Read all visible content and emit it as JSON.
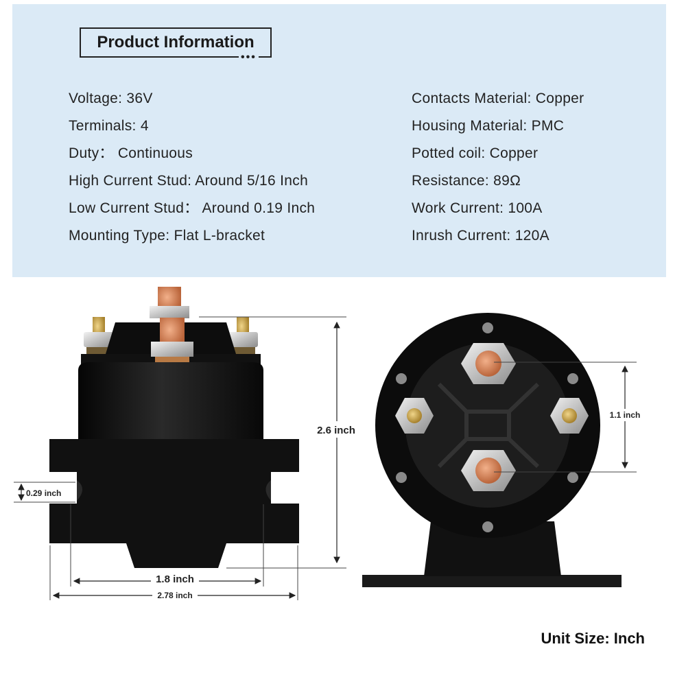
{
  "header": {
    "title": "Product Information",
    "dots": "•••"
  },
  "specs_left": [
    "Voltage: 36V",
    "Terminals: 4",
    "Duty： Continuous",
    "High Current Stud: Around 5/16 Inch",
    "Low Current Stud： Around 0.19 Inch",
    "Mounting Type: Flat L-bracket"
  ],
  "specs_right": [
    "Contacts Material: Copper",
    "Housing Material: PMC",
    "Potted coil: Copper",
    "Resistance: 89Ω",
    "Work Current: 100A",
    "Inrush Current: 120A"
  ],
  "dimensions": {
    "height": "2.6 inch",
    "hole": "0.29 inch",
    "mount_spacing": "1.8 inch",
    "width": "2.78 inch",
    "stud_spacing": "1.1 inch"
  },
  "unit_size": "Unit Size: Inch",
  "colors": {
    "panel": "#dbeaf6",
    "body": "#141414",
    "copper": "#d8875a",
    "brass": "#c9a44a",
    "nut": "#c8c8c8"
  }
}
